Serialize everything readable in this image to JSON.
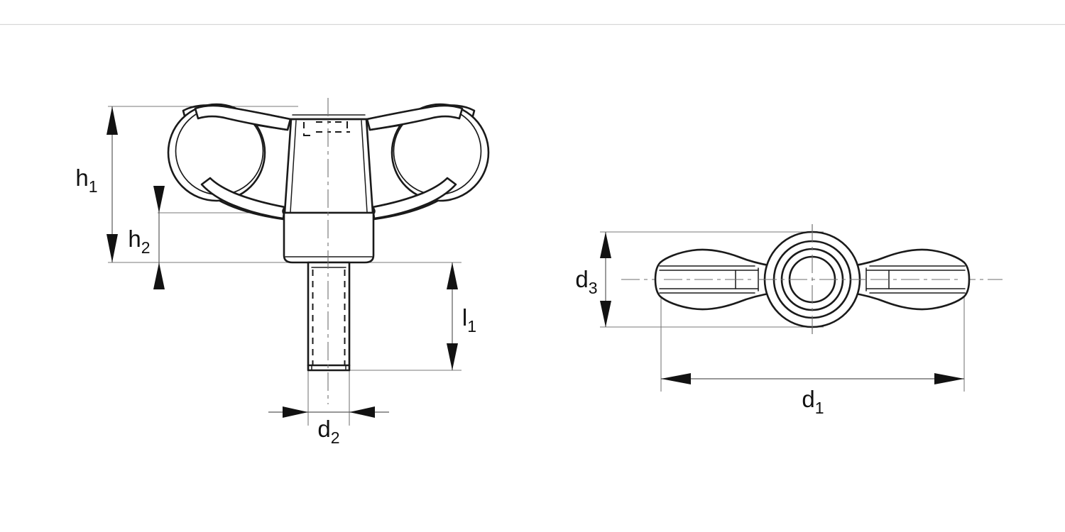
{
  "drawing": {
    "title": "Wing knob / wing screw technical drawing",
    "background_color": "#ffffff",
    "line_color": "#1a1a1a",
    "dimension_line_color": "#5a5a5a",
    "center_line_color": "#6e6e6e",
    "frame_color": "#d8d8d8",
    "views": [
      {
        "name": "front-view",
        "description": "Front elevation of wing knob with threaded stud"
      },
      {
        "name": "top-view",
        "description": "Top plan view of wing knob showing both wings and hub"
      }
    ]
  },
  "dimensions": {
    "h1": {
      "symbol": "h",
      "subscript": "1",
      "view": "front-view",
      "orientation": "vertical",
      "meaning": "overall head height"
    },
    "h2": {
      "symbol": "h",
      "subscript": "2",
      "view": "front-view",
      "orientation": "vertical",
      "meaning": "collar height"
    },
    "l1": {
      "symbol": "l",
      "subscript": "1",
      "view": "front-view",
      "orientation": "vertical",
      "meaning": "thread length"
    },
    "d2": {
      "symbol": "d",
      "subscript": "2",
      "view": "front-view",
      "orientation": "horizontal",
      "meaning": "thread diameter"
    },
    "d1": {
      "symbol": "d",
      "subscript": "1",
      "view": "top-view",
      "orientation": "horizontal",
      "meaning": "overall wing span diameter"
    },
    "d3": {
      "symbol": "d",
      "subscript": "3",
      "view": "top-view",
      "orientation": "vertical",
      "meaning": "wing width"
    }
  },
  "labels": {
    "h1": "h",
    "h1_sub": "1",
    "h2": "h",
    "h2_sub": "2",
    "l1": "l",
    "l1_sub": "1",
    "d2": "d",
    "d2_sub": "2",
    "d1": "d",
    "d1_sub": "1",
    "d3": "d",
    "d3_sub": "3"
  }
}
